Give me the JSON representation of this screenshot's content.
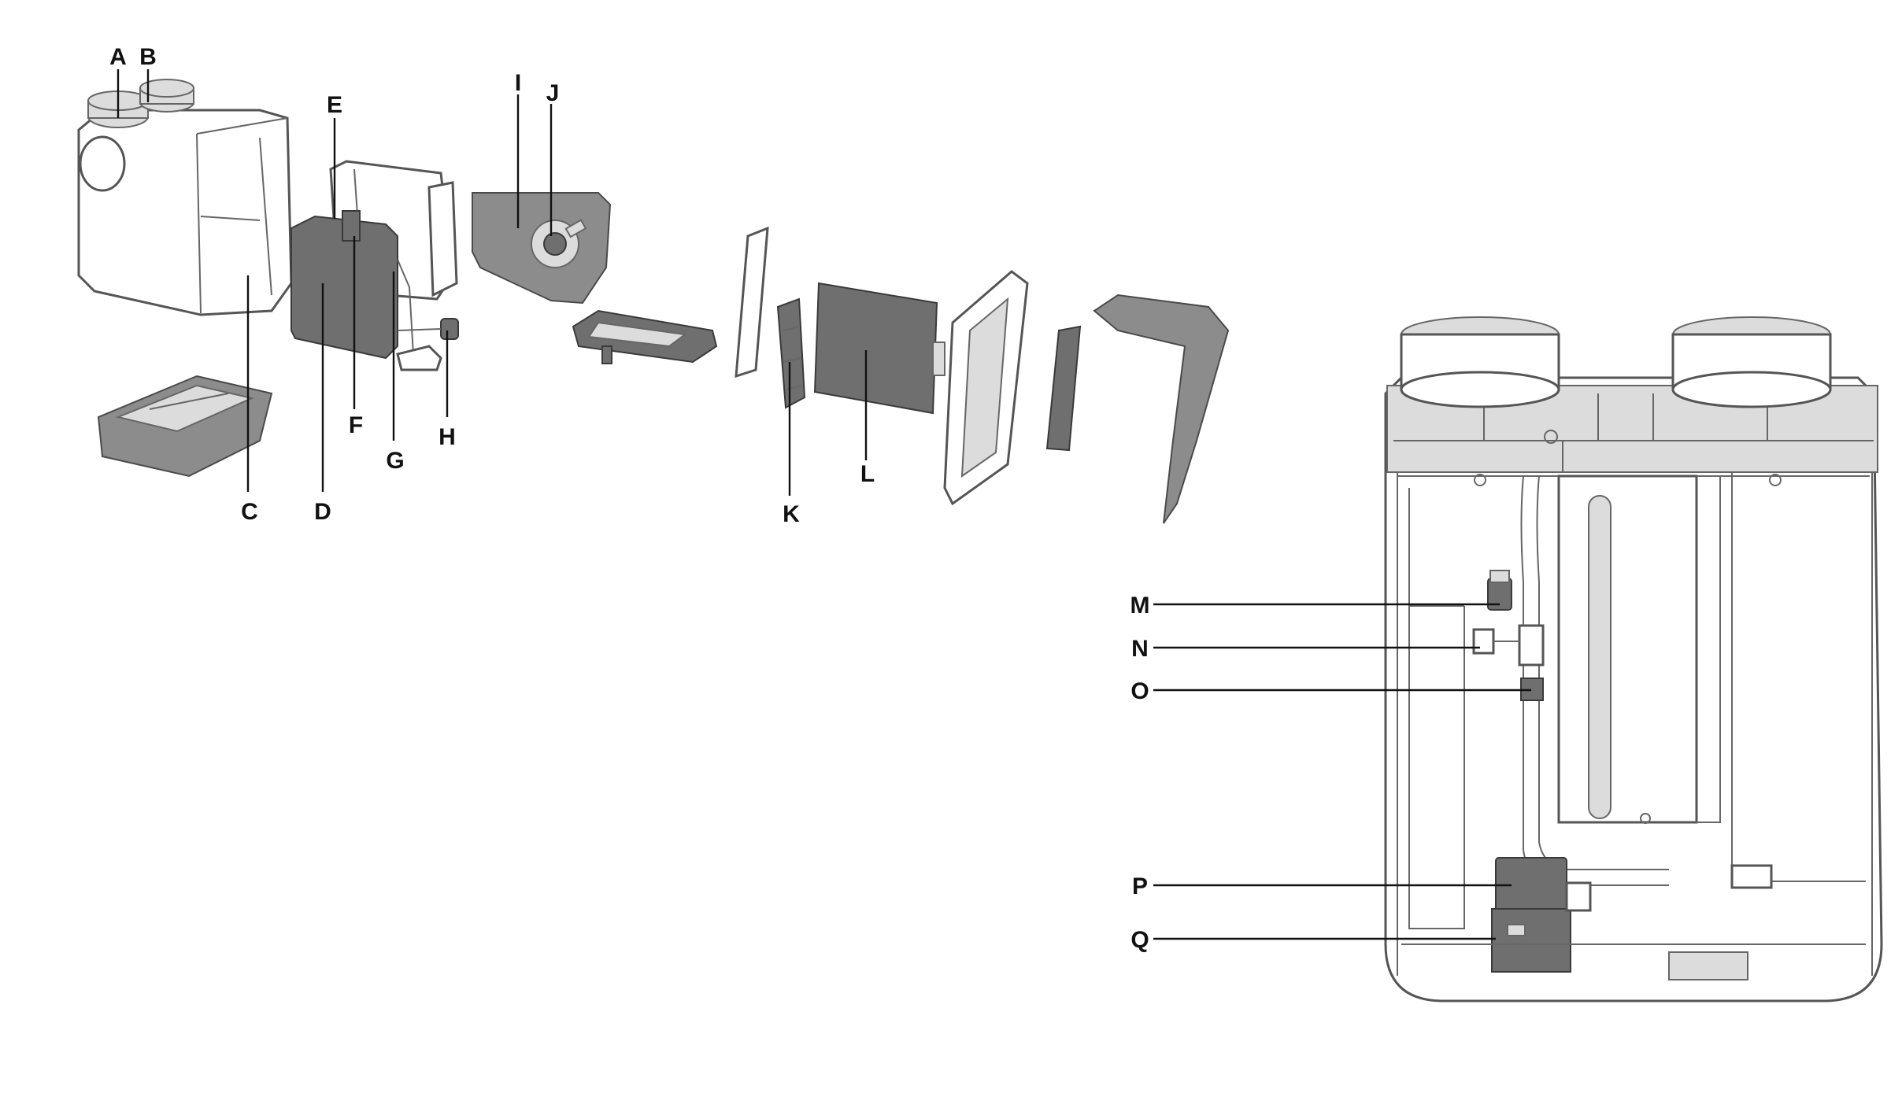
{
  "labels": {
    "A": "A",
    "B": "B",
    "C": "C",
    "D": "D",
    "E": "E",
    "F": "F",
    "G": "G",
    "H": "H",
    "I": "I",
    "J": "J",
    "K": "K",
    "L": "L",
    "M": "M",
    "N": "N",
    "O": "O",
    "P": "P",
    "Q": "Q"
  },
  "colors": {
    "part_dark": "#6f6f6f",
    "part_mid": "#8c8c8c",
    "outline": "#555555",
    "text": "#111111",
    "background": "#ffffff"
  }
}
